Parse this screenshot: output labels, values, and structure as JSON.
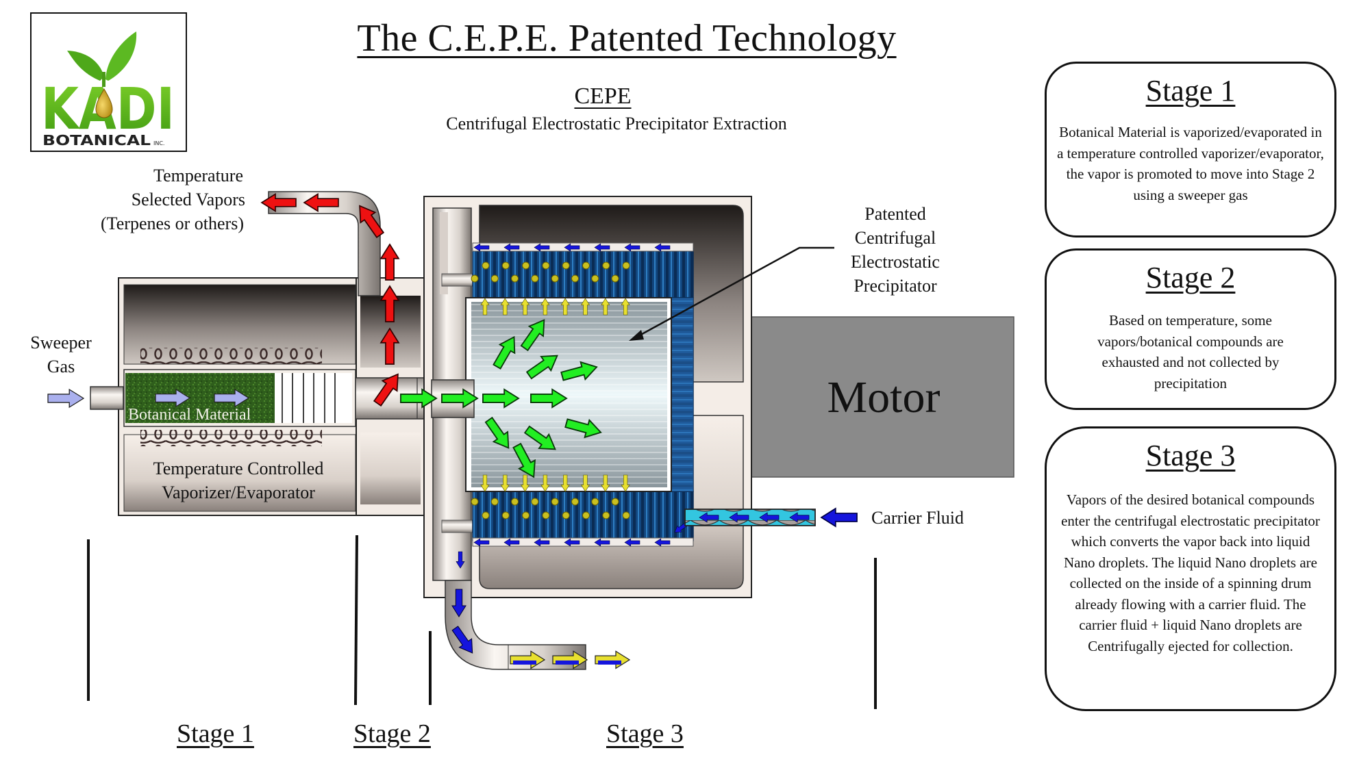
{
  "logo": {
    "brand": "KADI",
    "subbrand": "BOTANICAL",
    "suffix": "INC."
  },
  "header": {
    "title": "The C.E.P.E. Patented Technology",
    "acronym": "CEPE",
    "subtitle": "Centrifugal Electrostatic Precipitator Extraction"
  },
  "diagram": {
    "labels": {
      "vapors_out": [
        "Temperature",
        "Selected Vapors",
        "(Terpenes or others)"
      ],
      "sweeper_gas": [
        "Sweeper",
        "Gas"
      ],
      "botanical_material": "Botanical Material",
      "vaporizer": [
        "Temperature Controlled",
        "Vaporizer/Evaporator"
      ],
      "precipitator": [
        "Patented",
        "Centrifugal",
        "Electrostatic",
        "Precipitator"
      ],
      "motor": "Motor",
      "carrier_fluid": "Carrier Fluid"
    },
    "stage_footer": [
      "Stage 1",
      "Stage 2",
      "Stage 3"
    ],
    "colors": {
      "vapor_arrow": "#ee1111",
      "flow_arrow": "#22ee22",
      "sweeper_arrow": "#aab0ee",
      "collector_blue": "#0d3f7a",
      "droplet_yellow": "#e8e030",
      "carrier_fluid": "#33c6e0",
      "outlet_blue": "#1515dd",
      "motor_gray": "#8a8a8a"
    }
  },
  "stages": [
    {
      "title": "Stage 1",
      "body": "Botanical Material is vaporized/evaporated in a temperature controlled vaporizer/evaporator, the vapor is promoted to move into Stage 2 using a sweeper gas"
    },
    {
      "title": "Stage 2",
      "body": "Based on temperature, some vapors/botanical compounds are exhausted and not collected by precipitation"
    },
    {
      "title": "Stage 3",
      "body": "Vapors of the desired botanical compounds enter the centrifugal electrostatic precipitator which converts the vapor back into liquid Nano droplets. The liquid Nano droplets are collected on the inside of a spinning drum already flowing with a carrier fluid. The carrier fluid + liquid Nano droplets are Centrifugally ejected for collection."
    }
  ]
}
